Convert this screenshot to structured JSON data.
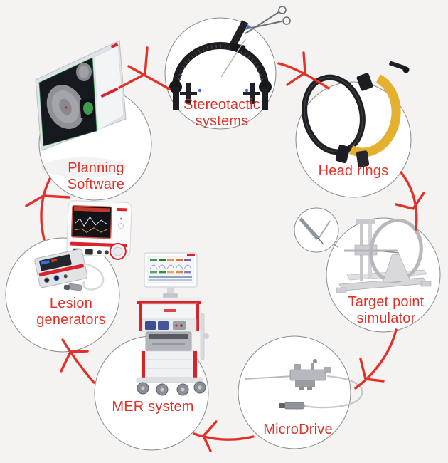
{
  "diagram": {
    "type": "cycle",
    "background_color": "#f4f3f2",
    "accent_color": "#e23128",
    "circle_border_color": "#8a8a8a",
    "nodes": [
      {
        "id": "planning-software",
        "label": "Planning\nSoftware",
        "illustration": "planning-software-monitor"
      },
      {
        "id": "stereotactic-systems",
        "label": "Stereotactic\nsystems",
        "illustration": "stereotactic-frame"
      },
      {
        "id": "head-rings",
        "label": "Head rings",
        "illustration": "black-and-yellow-head-rings"
      },
      {
        "id": "target-point-simulator",
        "label": "Target point\nsimulator",
        "illustration": "simulator-frame-with-ring-and-electrode-magnifier"
      },
      {
        "id": "microdrive",
        "label": "MicroDrive",
        "illustration": "microdrive-with-cable"
      },
      {
        "id": "mer-system",
        "label": "MER system",
        "illustration": "mer-cart-with-monitor"
      },
      {
        "id": "lesion-generators",
        "label": "Lesion\ngenerators",
        "illustration": "lesion-generator-units"
      }
    ],
    "arrows": [
      {
        "from": "planning-software",
        "to": "stereotactic-systems"
      },
      {
        "from": "stereotactic-systems",
        "to": "head-rings"
      },
      {
        "from": "head-rings",
        "to": "target-point-simulator"
      },
      {
        "from": "target-point-simulator",
        "to": "microdrive"
      },
      {
        "from": "microdrive",
        "to": "mer-system"
      },
      {
        "from": "mer-system",
        "to": "lesion-generators"
      },
      {
        "from": "lesion-generators",
        "to": "planning-software"
      }
    ]
  }
}
